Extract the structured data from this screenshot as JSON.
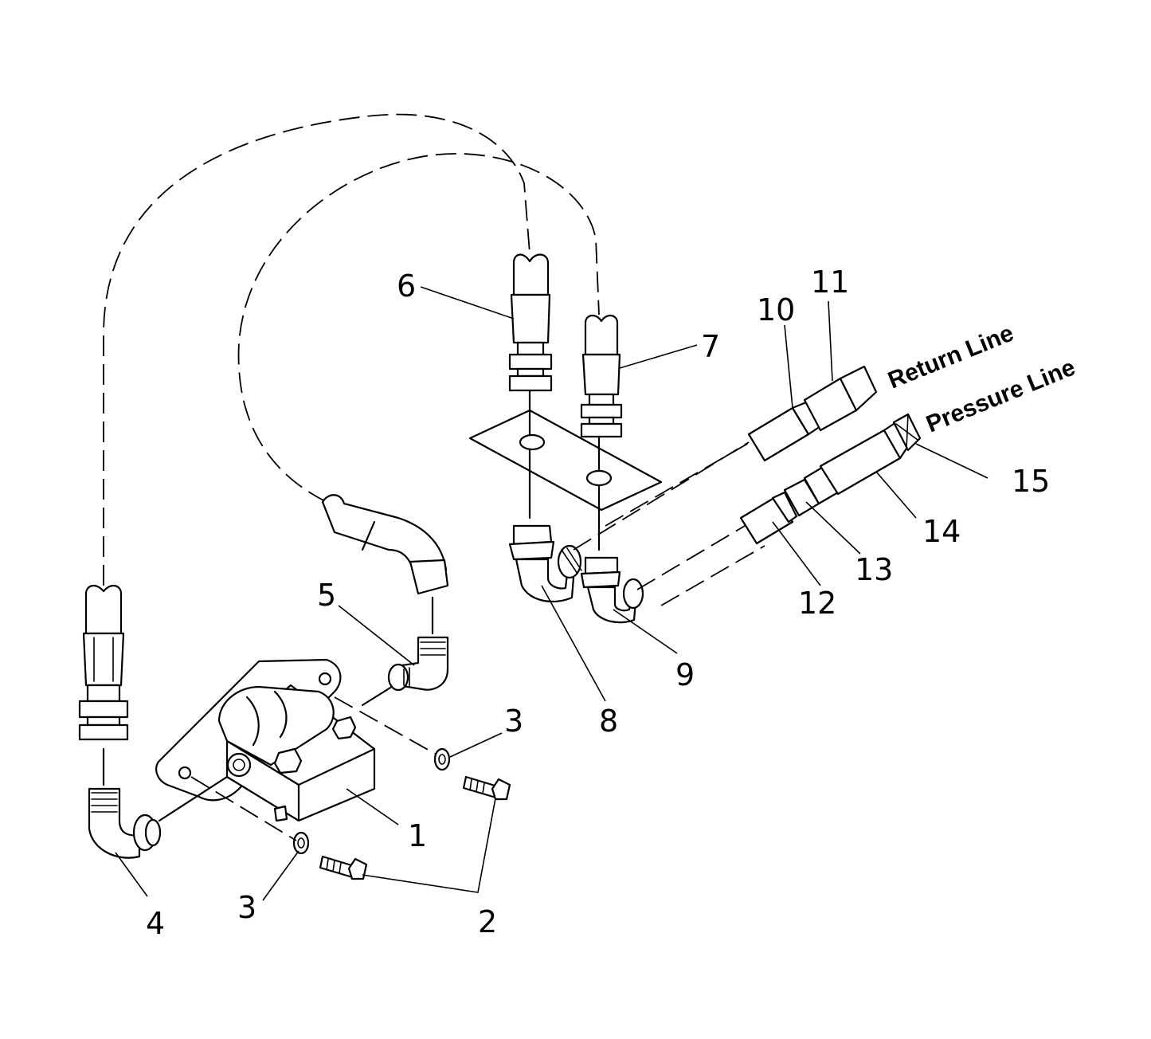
{
  "callouts": {
    "n1": "1",
    "n2": "2",
    "n3a": "3",
    "n3b": "3",
    "n4": "4",
    "n5": "5",
    "n6": "6",
    "n7": "7",
    "n8": "8",
    "n9": "9",
    "n10": "10",
    "n11": "11",
    "n12": "12",
    "n13": "13",
    "n14": "14",
    "n15": "15"
  },
  "labels": {
    "return_line": "Return Line",
    "pressure_line": "Pressure Line"
  }
}
